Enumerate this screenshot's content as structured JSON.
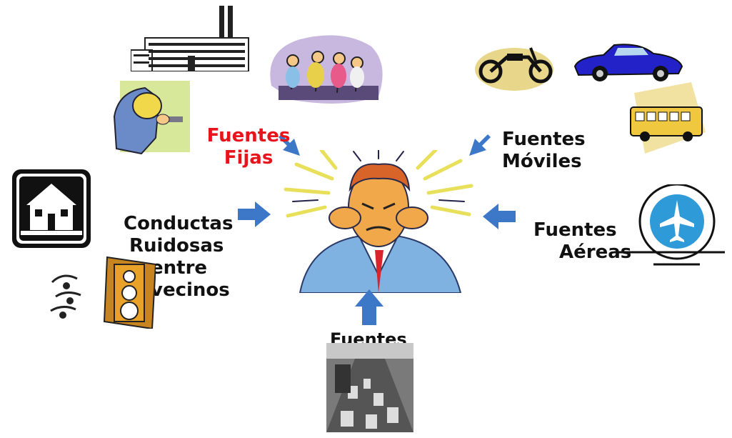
{
  "labels": {
    "fixed": {
      "line1": "Fuentes",
      "line2": "Fijas",
      "color": "#e8141b"
    },
    "mobile": {
      "line1": "Fuentes",
      "line2": "Móviles"
    },
    "air": {
      "line1": "Fuentes",
      "line2": "Aéreas"
    },
    "neighbors": {
      "line1": "Conductas",
      "line2": "Ruidosas",
      "line3": "entre",
      "line4": "vecinos"
    },
    "traffic": {
      "line1": "Fuentes"
    }
  },
  "colors": {
    "arrow": "#3d78c8",
    "label_text": "#111111",
    "accent_red": "#e8141b"
  },
  "icons": [
    "factory-icon",
    "party-people-icon",
    "worker-drill-icon",
    "house-icon",
    "speaker-music-icon",
    "motorcycle-icon",
    "car-icon",
    "bus-icon",
    "airplane-icon",
    "traffic-photo-icon",
    "stressed-man-icon"
  ]
}
